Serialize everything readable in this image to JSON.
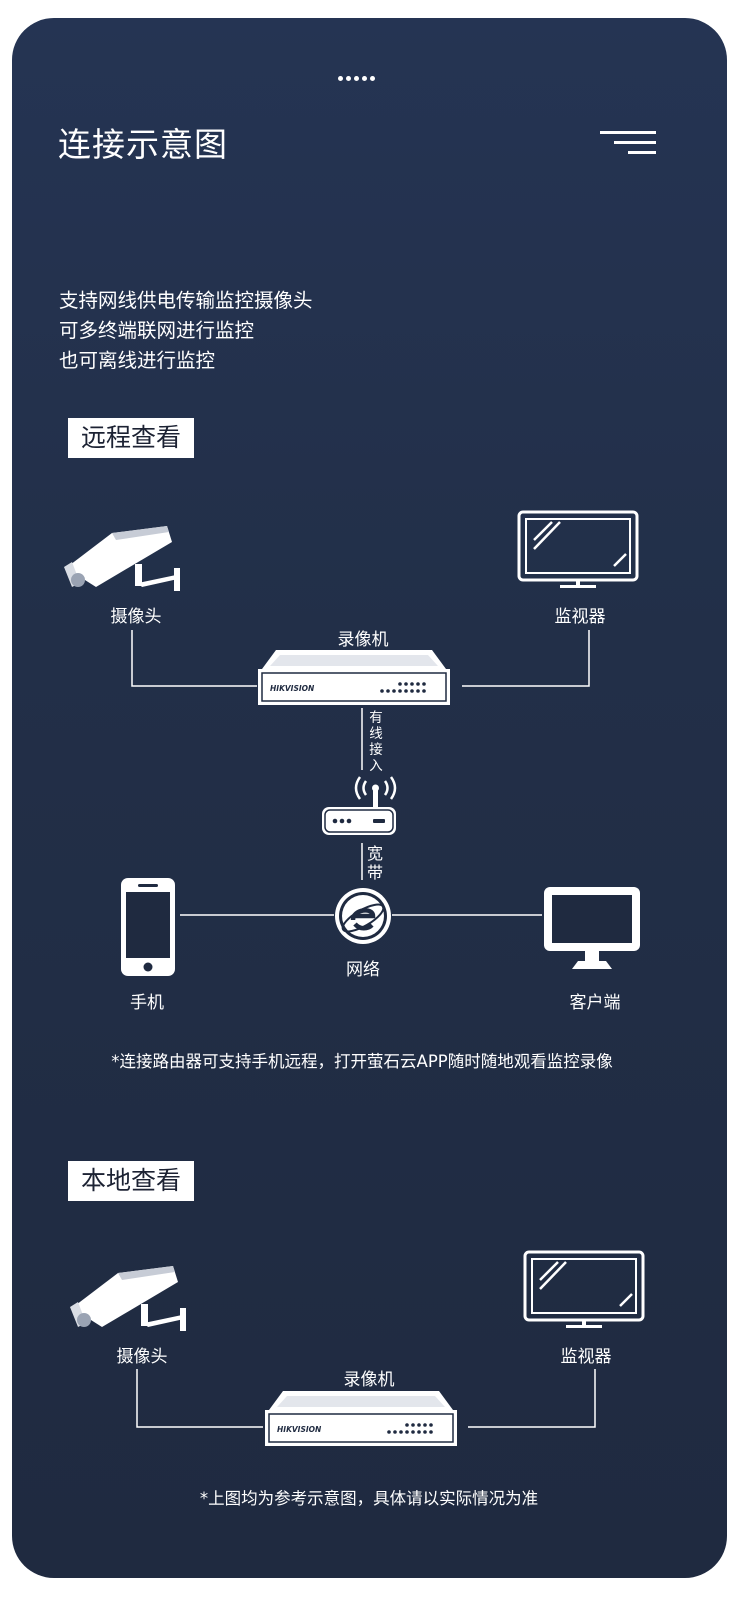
{
  "title": "连接示意图",
  "intro": [
    "支持网线供电传输监控摄像头",
    "可多终端联网进行监控",
    "也可离线进行监控"
  ],
  "remote": {
    "tag": "远程查看",
    "camera": "摄像头",
    "monitor": "监视器",
    "nvr": "录像机",
    "brand": "HIKVISION",
    "wired_access": "有线接入",
    "broadband": "宽带",
    "network": "网络",
    "phone": "手机",
    "client": "客户端",
    "note": "*连接路由器可支持手机远程，打开萤石云APP随时随地观看监控录像"
  },
  "local": {
    "tag": "本地查看",
    "camera": "摄像头",
    "monitor": "监视器",
    "nvr": "录像机",
    "brand": "HIKVISION"
  },
  "footer_note": "*上图均为参考示意图，具体请以实际情况为准",
  "icons": {
    "camera": "cctv-camera-icon",
    "monitor": "monitor-icon",
    "nvr": "nvr-recorder-icon",
    "router": "wifi-router-icon",
    "network": "internet-explorer-icon",
    "phone": "smartphone-icon",
    "client": "desktop-computer-icon"
  },
  "colors": {
    "background": "#222f48",
    "foreground": "#ffffff",
    "tag_text": "#1c2233"
  }
}
